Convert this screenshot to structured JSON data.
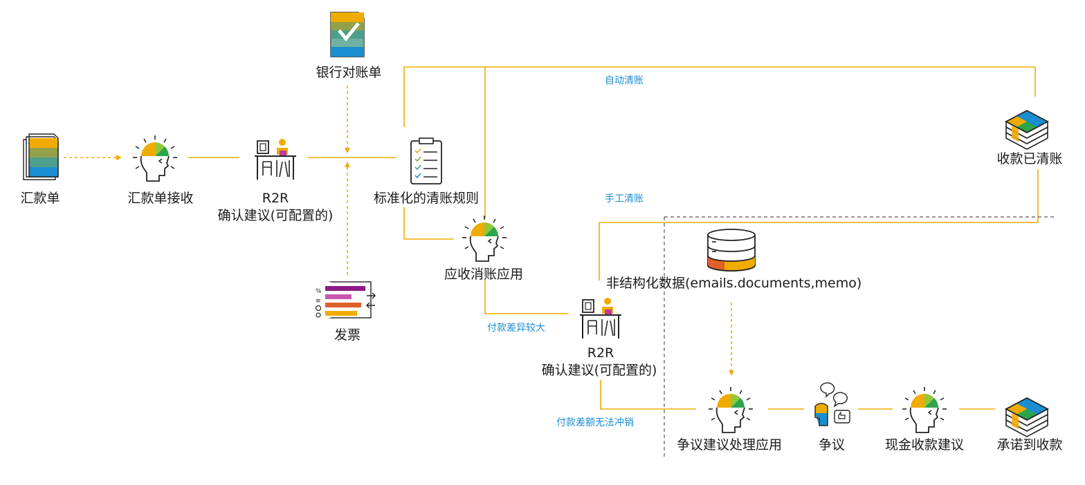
{
  "nodes": {
    "remittance": "汇款单",
    "remittance_receive": "汇款单接收",
    "r2r_top_title": "R2R",
    "r2r_top_sub": "确认建议(可配置的)",
    "bank_statement": "银行对账单",
    "invoice": "发票",
    "clearing_rules": "标准化的清账规则",
    "ar_application": "应收消账应用",
    "cleared_receipt": "收款已清账",
    "unstructured_data": "非结构化数据(emails.documents,memo)",
    "r2r_bottom_title": "R2R",
    "r2r_bottom_sub": "确认建议(可配置的)",
    "dispute_app": "争议建议处理应用",
    "dispute": "争议",
    "cash_proposal": "现金收款建议",
    "promise_to_pay": "承诺到收款"
  },
  "edges": {
    "auto_clear": "自动清账",
    "manual_clear": "手工清账",
    "large_diff": "付款差异较大",
    "unresolvable_diff": "付款差额无法冲销"
  },
  "colors": {
    "flow_line": "#f0ab00",
    "edge_label": "#1a8ed1",
    "divider": "#555555"
  },
  "icons": {
    "document": "document-stack-icon",
    "brain": "brain-head-icon",
    "worker": "worker-desk-icon",
    "checklist": "clipboard-checklist-icon",
    "statement": "bank-statement-check-icon",
    "invoice": "invoice-list-icon",
    "money": "cash-stack-icon",
    "database": "database-icon",
    "dispute": "dispute-chat-icon"
  }
}
